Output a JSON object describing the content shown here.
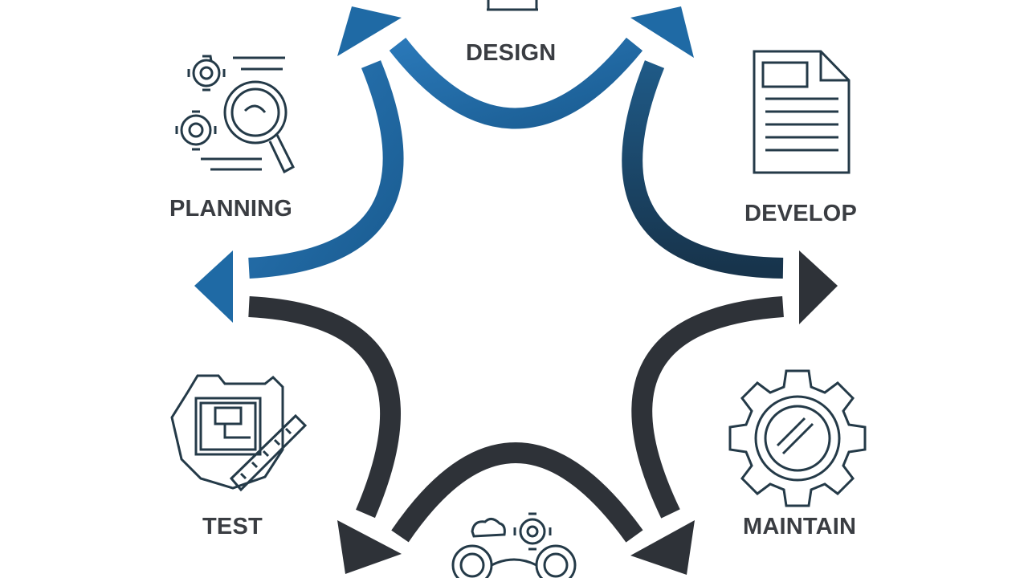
{
  "stages": {
    "design": {
      "label": "DESIGN",
      "icon": "design-icon"
    },
    "develop": {
      "label": "DEVELOP",
      "icon": "document-icon"
    },
    "maintain": {
      "label": "MAINTAIN",
      "icon": "gear-icon"
    },
    "deploy": {
      "label": "",
      "icon": "deploy-gears-icon"
    },
    "test": {
      "label": "TEST",
      "icon": "test-badge-icon"
    },
    "planning": {
      "label": "PLANNING",
      "icon": "planning-magnifier-icon"
    }
  },
  "colors": {
    "blue": "#1f6aa5",
    "navy": "#163f5c",
    "dark": "#2e3238",
    "icon": "#243a48",
    "text": "#3a3d42"
  }
}
